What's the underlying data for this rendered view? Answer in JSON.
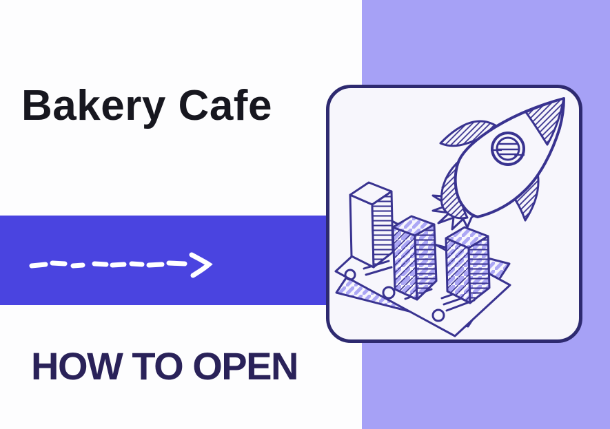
{
  "slide": {
    "title": "Bakery Cafe",
    "subtitle": "HOW TO OPEN"
  },
  "icons": {
    "arrow": "dashed-right-arrow",
    "illustration": "rocket-launch-over-bar-chart"
  },
  "colors": {
    "background": "#fdfdfe",
    "accent_band": "#4a44e0",
    "side_panel": "#a6a1f6",
    "card_background": "#f7f6fc",
    "outline_navy": "#2e2a70",
    "illustration_navy": "#393390",
    "hatch_purple": "#aca7f5",
    "title_text": "#17171f",
    "subtitle_text": "#2a2259",
    "arrow_white": "#ffffff"
  }
}
